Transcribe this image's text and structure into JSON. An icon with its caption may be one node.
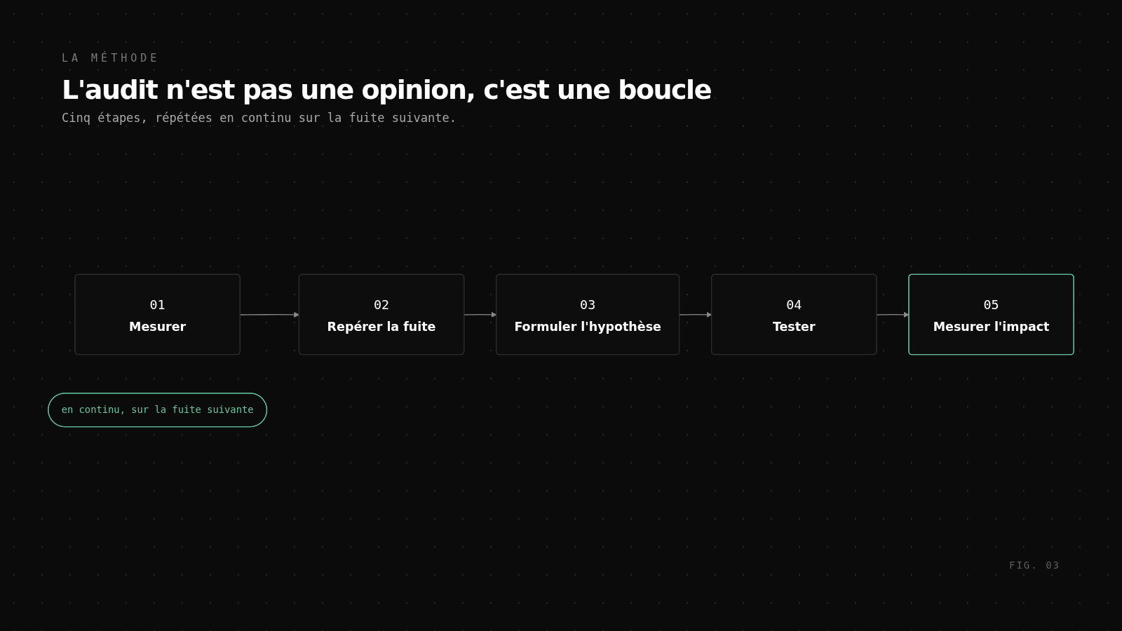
{
  "diagram": {
    "title": "L'audit n'est pas une opinion, c'est une boucle",
    "nodes": [
      {
        "text": [
          "01",
          "Mesurer"
        ]
      },
      {
        "text": [
          "02",
          "Repérer la fuite"
        ]
      },
      {
        "text": [
          "03",
          "Formuler l'hypothèse"
        ]
      },
      {
        "text": [
          "04",
          "Tester"
        ]
      },
      {
        "text": [
          "05",
          "Mesurer l'impact"
        ]
      },
      {
        "text": [
          "en continu, sur la fuite suivante"
        ]
      }
    ],
    "edges": [
      {
        "from": 0,
        "to": 1,
        "arrow": "to"
      },
      {
        "from": 1,
        "to": 2,
        "arrow": "to"
      },
      {
        "from": 2,
        "to": 3,
        "arrow": "to"
      },
      {
        "from": 3,
        "to": 4,
        "arrow": "to"
      }
    ],
    "labels": [
      "LA MÉTHODE",
      "Cinq étapes, répétées en continu sur la fuite suivante.",
      "FIG. 03"
    ]
  }
}
